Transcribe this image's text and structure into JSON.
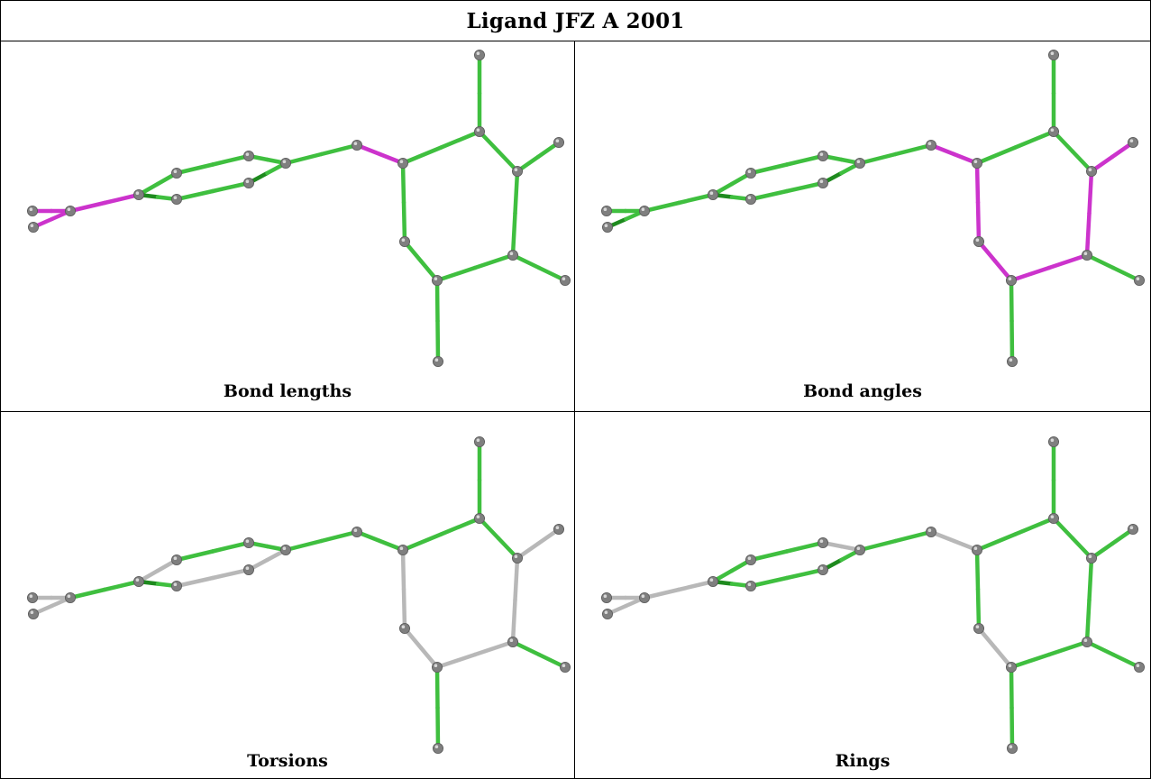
{
  "title": "Ligand JFZ A 2001",
  "colors": {
    "good": "#3fbf3f",
    "good_dark": "#1e8a1e",
    "outlier": "#cc33cc",
    "outlier_dark": "#991a99",
    "neutral": "#b8b8b8",
    "atom": "#7f7f7f"
  },
  "panels": [
    {
      "id": "bond-lengths",
      "caption": "Bond lengths",
      "outlier_bonds": [
        [
          0,
          2
        ],
        [
          1,
          2
        ],
        [
          2,
          3
        ],
        [
          9,
          10
        ],
        [
          13,
          14
        ]
      ],
      "neutral_bonds": [],
      "dark_bonds": [
        [
          3,
          5
        ],
        [
          4,
          6
        ],
        [
          7,
          6
        ]
      ]
    },
    {
      "id": "bond-angles",
      "caption": "Bond angles",
      "outlier_bonds": [
        [
          9,
          10
        ],
        [
          10,
          11
        ],
        [
          11,
          12
        ],
        [
          12,
          13
        ],
        [
          13,
          14
        ],
        [
          13,
          15
        ],
        [
          15,
          16
        ],
        [
          16,
          18
        ],
        [
          16,
          19
        ],
        [
          15,
          17
        ]
      ],
      "neutral_bonds": [],
      "dark_bonds": [
        [
          3,
          5
        ],
        [
          4,
          6
        ],
        [
          7,
          6
        ],
        [
          1,
          2
        ]
      ]
    },
    {
      "id": "torsions",
      "caption": "Torsions",
      "outlier_bonds": [],
      "neutral_bonds": [
        [
          3,
          4
        ],
        [
          4,
          7
        ],
        [
          5,
          6
        ],
        [
          10,
          11
        ],
        [
          11,
          12
        ],
        [
          12,
          13
        ],
        [
          13,
          14
        ],
        [
          13,
          15
        ],
        [
          15,
          16
        ],
        [
          16,
          17
        ],
        [
          16,
          18
        ],
        [
          16,
          19
        ],
        [
          18,
          20
        ],
        [
          19,
          21
        ],
        [
          10,
          18
        ],
        [
          0,
          2
        ],
        [
          1,
          2
        ],
        [
          7,
          6
        ]
      ],
      "dark_bonds": [
        [
          3,
          5
        ]
      ]
    },
    {
      "id": "rings",
      "caption": "Rings",
      "outlier_bonds": [],
      "neutral_bonds": [
        [
          0,
          2
        ],
        [
          1,
          2
        ],
        [
          2,
          3
        ],
        [
          7,
          8
        ],
        [
          8,
          9
        ],
        [
          9,
          10
        ],
        [
          11,
          12
        ],
        [
          13,
          14
        ],
        [
          16,
          17
        ],
        [
          18,
          20
        ],
        [
          19,
          21
        ]
      ],
      "dark_bonds": [
        [
          3,
          5
        ],
        [
          4,
          6
        ],
        [
          7,
          6
        ]
      ]
    }
  ]
}
